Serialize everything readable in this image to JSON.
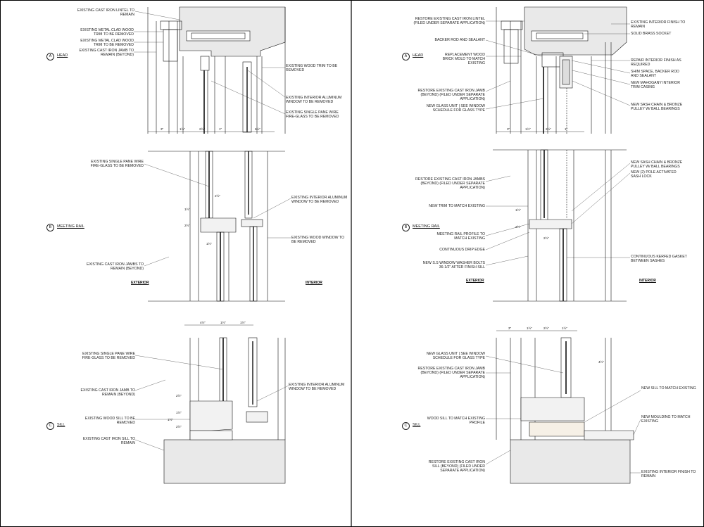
{
  "sheets": [
    {
      "id": "existing",
      "sections": [
        {
          "letter": "A",
          "name": "HEAD",
          "notes": [
            "EXISTING CAST IRON LINTEL TO REMAIN",
            "EXISTING METAL CLAD WOOD TRIM TO BE REMOVED",
            "EXISTING METAL CLAD WOOD TRIM TO BE REMOVED",
            "EXISTING CAST IRON JAMB TO REMAIN (BEYOND)",
            "EXISTING WOOD TRIM TO BE REMOVED",
            "EXISTING INTERIOR ALUMINUM WINDOW TO BE REMOVED",
            "EXISTING SINGLE PANE WIRE FIRE-GLASS TO BE REMOVED"
          ],
          "dims": [
            "3\"",
            "1½\"",
            "2½\"",
            "1\"",
            "6½\""
          ]
        },
        {
          "letter": "B",
          "name": "MEETING RAIL",
          "notes": [
            "EXISTING SINGLE PANE WIRE FIRE-GLASS TO BE REMOVED",
            "EXISTING INTERIOR ALUMINUM WINDOW TO BE REMOVED",
            "EXISTING WOOD WINDOW TO BE REMOVED",
            "EXISTING CAST IRON JAMBS TO REMAIN (BEYOND)"
          ],
          "dims": [
            "1½\"",
            "2½\"",
            "1½\"",
            "2½\""
          ],
          "exterior": "EXTERIOR",
          "interior": "INTERIOR"
        },
        {
          "letter": "C",
          "name": "SILL",
          "notes": [
            "EXISTING SINGLE PANE WIRE FIRE-GLASS TO BE REMOVED",
            "EXISTING CAST IRON JAMB TO REMAIN (BEYOND)",
            "EXISTING INTERIOR ALUMINUM WINDOW TO BE REMOVED",
            "EXISTING WOOD SILL TO BE REMOVED",
            "EXISTING CAST IRON SILL TO REMAIN"
          ],
          "dims": [
            "4½\"",
            "1½\"",
            "1½\"",
            "2½\"",
            "1½\"",
            "2½\"",
            "1½\""
          ]
        }
      ]
    },
    {
      "id": "new",
      "sections": [
        {
          "letter": "A",
          "name": "HEAD",
          "notes": [
            "RESTORE EXISTING CAST IRON LINTEL (FILED UNDER SEPARATE APPLICATION)",
            "BACKER ROD AND SEALANT",
            "REPLACEMENT WOOD BRICK MOLD TO MATCH EXISTING",
            "RESTORE EXISTING CAST IRON JAMB (BEYOND) (FILED UNDER SEPARATE APPLICATION)",
            "NEW GLASS UNIT | SEE WINDOW SCHEDULE FOR GLASS TYPE",
            "EXISTING INTERIOR FINISH TO REMAIN",
            "SOLID BRASS SOCKET",
            "REPAIR INTERIOR FINISH AS REQUIRED",
            "SHIM SPACE, BACKER ROD AND SEALANT",
            "NEW MAHOGANY INTERIOR TRIM CASING",
            "NEW SASH CHAIN & BRONZE PULLEY W/ BALL BEARINGS"
          ],
          "dims": [
            "3\"",
            "1½\"",
            "2½\"",
            "1\""
          ]
        },
        {
          "letter": "B",
          "name": "MEETING RAIL",
          "notes": [
            "RESTORE EXISTING CAST IRON JAMBS (BEYOND) (FILED UNDER SEPARATE APPLICATION)",
            "NEW TRIM TO MATCH EXISTING",
            "MEETING RAIL PROFILE TO MATCH EXISTING",
            "CONTINUOUS DRIP EDGE",
            "NEW S.S WINDOW WASHER BOLTS 36-1/2\" AFTER FINISH SILL",
            "NEW SASH CHAIN & BRONZE PULLEY W/ BALL BEARINGS",
            "NEW (2) POLE ACTIVATED SASH LOCK",
            "CONTINUOUS KERFED GASKET BETWEEN SASHES"
          ],
          "dims": [
            "1½\"",
            "2½\"",
            "2½\""
          ],
          "exterior": "EXTERIOR",
          "interior": "INTERIOR"
        },
        {
          "letter": "C",
          "name": "SILL",
          "notes": [
            "NEW GLASS UNIT | SEE WINDOW SCHEDULE FOR GLASS TYPE",
            "RESTORE EXISTING CAST IRON JAMB (BEYOND) (FILED UNDER SEPARATE APPLICATION)",
            "WOOD SILL TO MATCH EXISTING PROFILE",
            "RESTORE EXISTING CAST IRON SILL (BEYOND) (FILED UNDER SEPARATE APPLICATION)",
            "NEW SILL TO MATCH EXISTING",
            "NEW MOULDING TO MATCH EXISTING",
            "EXISTING INTERIOR FINISH TO REMAIN"
          ],
          "dims": [
            "3\"",
            "1½\"",
            "2½\"",
            "1½\"",
            "4½\""
          ]
        }
      ]
    }
  ]
}
